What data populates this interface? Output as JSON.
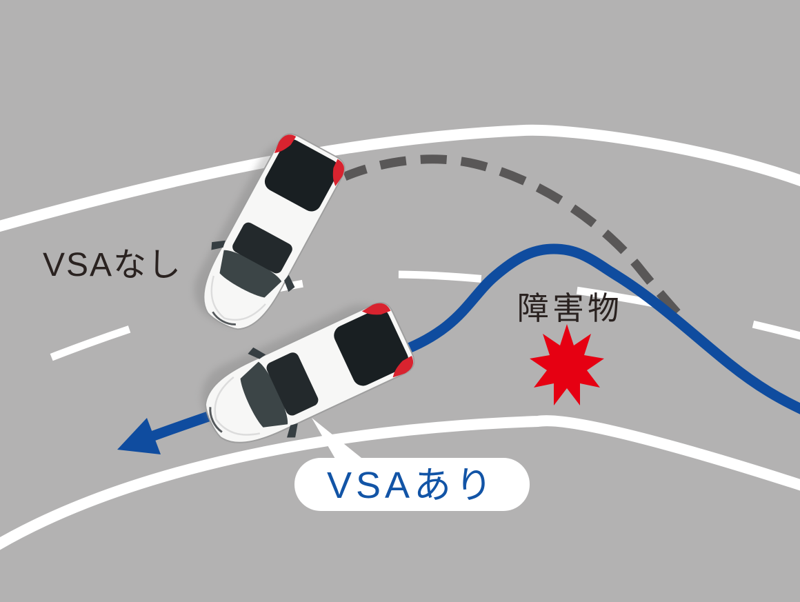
{
  "diagram": {
    "labels": {
      "without_vsa": "VSAなし",
      "obstacle": "障害物",
      "with_vsa": "VSAあり"
    },
    "colors": {
      "background": "#b3b2b2",
      "road_marking": "#ffffff",
      "skid_path_gray": "#595757",
      "vsa_path_blue": "#0f4c9f",
      "obstacle_red": "#e60012",
      "label_text_dark": "#2a2220",
      "vsa_label_blue": "#1254a6",
      "bubble_white": "#ffffff"
    }
  }
}
